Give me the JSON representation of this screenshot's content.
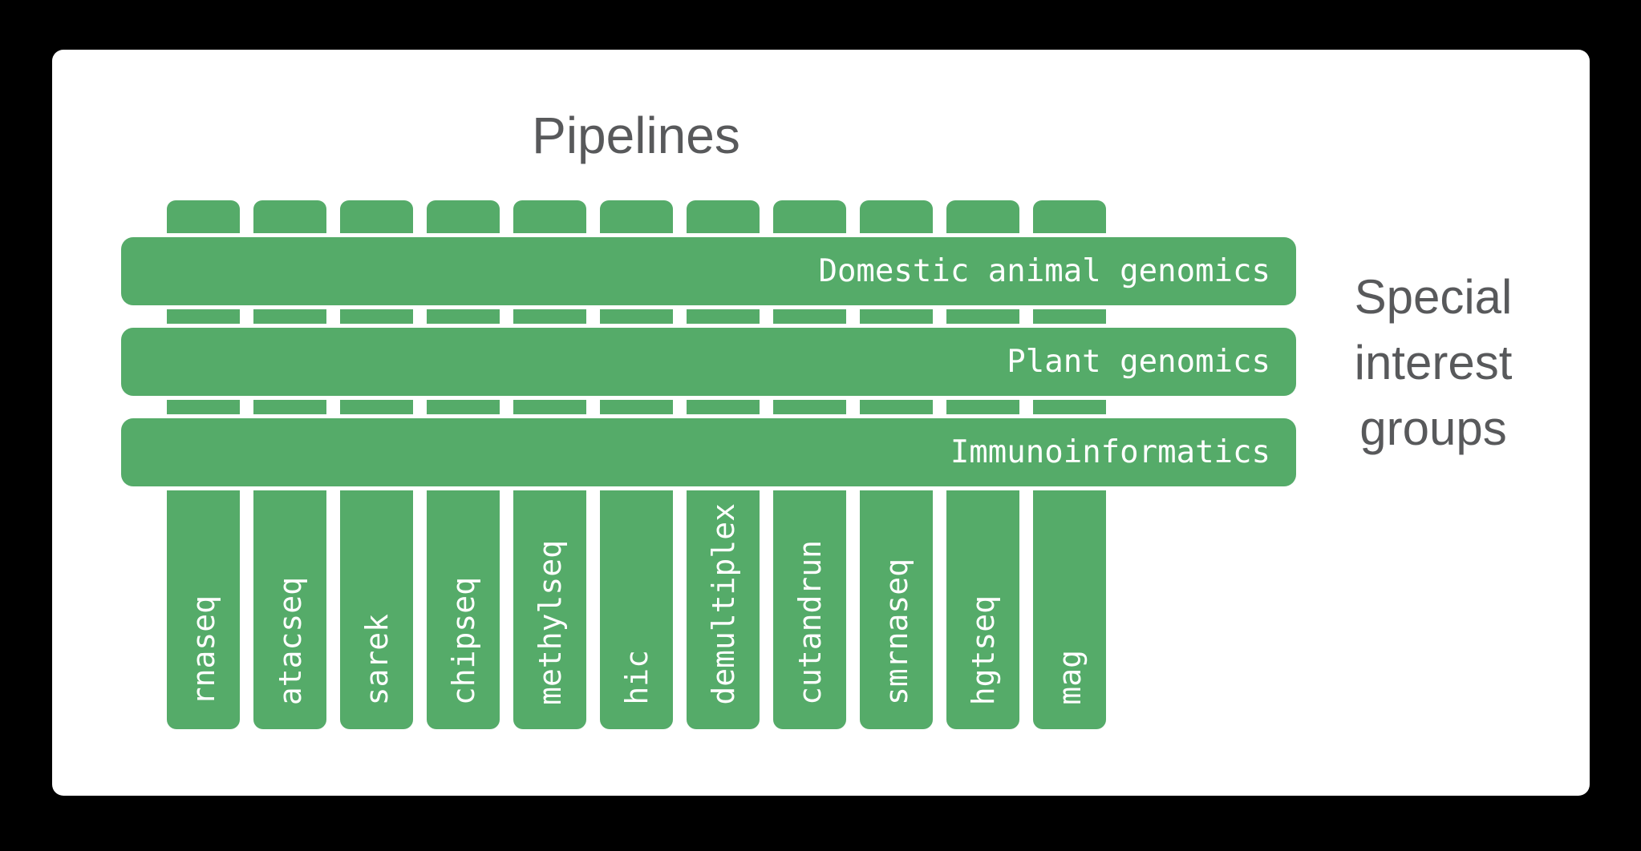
{
  "title": "Pipelines",
  "side_label_lines": [
    "Special",
    "interest",
    "groups"
  ],
  "pipelines": [
    "rnaseq",
    "atacseq",
    "sarek",
    "chipseq",
    "methylseq",
    "hic",
    "demultiplex",
    "cutandrun",
    "smrnaseq",
    "hgtseq",
    "mag"
  ],
  "groups": [
    "Domestic animal genomics",
    "Plant genomics",
    "Immunoinformatics"
  ],
  "colors": {
    "page-bg": "#000000",
    "card-bg": "#ffffff",
    "green": "#55ab69",
    "text-gray": "#58595b",
    "bar-text": "#ffffff"
  }
}
